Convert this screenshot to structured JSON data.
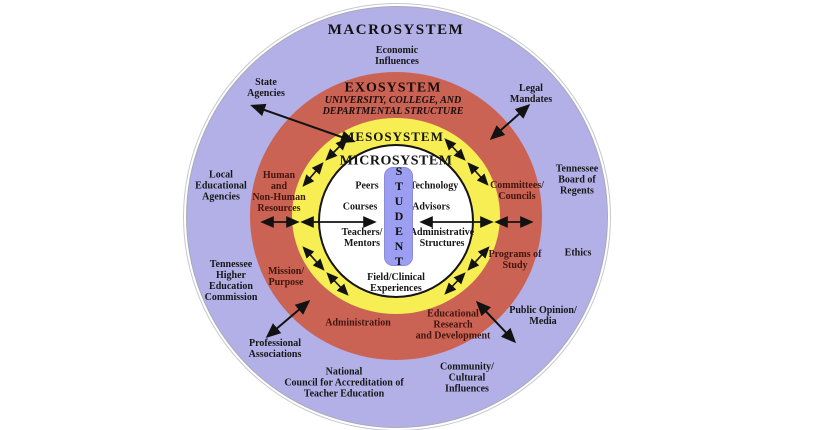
{
  "diagram": {
    "colors": {
      "macrosystem": "#b3b0e8",
      "exosystem": "#ca6354",
      "mesosystem": "#f6ee52",
      "microsystem": "#ffffff",
      "student_box": "#9c9ff1"
    },
    "macrosystem": {
      "title": "MACROSYSTEM",
      "labels": {
        "economic": "Economic\nInfluences",
        "state_agencies": "State\nAgencies",
        "legal_mandates": "Legal\nMandates",
        "local_edu": "Local\nEducational\nAgencies",
        "tbr": "Tennessee\nBoard of\nRegents",
        "thec": "Tennessee\nHigher\nEducation\nCommission",
        "ethics": "Ethics",
        "public_opinion": "Public Opinion/\nMedia",
        "prof_assoc": "Professional\nAssociations",
        "ncate": "National\nCouncil for Accreditation of\nTeacher Education",
        "community": "Community/\nCultural\nInfluences"
      }
    },
    "exosystem": {
      "title": "EXOSYSTEM",
      "subtitle": "UNIVERSITY, COLLEGE, AND\nDEPARTMENTAL STRUCTURE",
      "labels": {
        "resources": "Human\nand\nNon-Human\nResources",
        "mission": "Mission/\nPurpose",
        "administration": "Administration",
        "edu_research": "Educational\nResearch\nand Development",
        "programs": "Programs of\nStudy",
        "committees": "Committees/\nCouncils"
      }
    },
    "mesosystem": {
      "title": "MESOSYSTEM"
    },
    "microsystem": {
      "title": "MICROSYSTEM",
      "student": "STUDENT",
      "labels": {
        "peers": "Peers",
        "technology": "Technology",
        "courses": "Courses",
        "advisors": "Advisors",
        "teachers": "Teachers/\nMentors",
        "admin_structures": "Administrative\nStructures",
        "field": "Field/Clinical\nExperiences"
      }
    }
  }
}
